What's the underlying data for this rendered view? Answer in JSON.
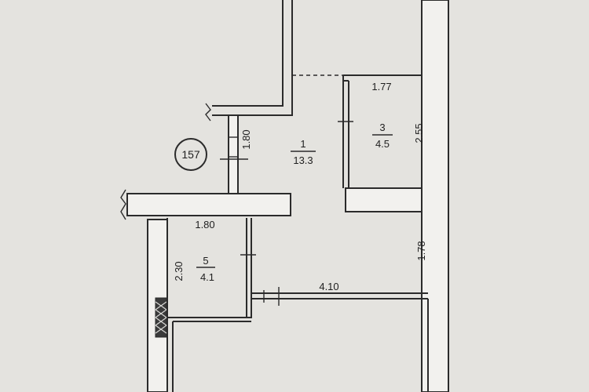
{
  "plan": {
    "apartment_number": "157",
    "rooms": [
      {
        "number": "1",
        "area": "13.3"
      },
      {
        "number": "3",
        "area": "4.5"
      },
      {
        "number": "5",
        "area": "4.1"
      }
    ],
    "dimensions": {
      "room3_width": "1.77",
      "room3_height": "2.55",
      "corridor_height": "1.80",
      "room5_width": "1.80",
      "room5_height": "2.30",
      "right_height": "1.78",
      "bottom_width": "4.10"
    }
  }
}
